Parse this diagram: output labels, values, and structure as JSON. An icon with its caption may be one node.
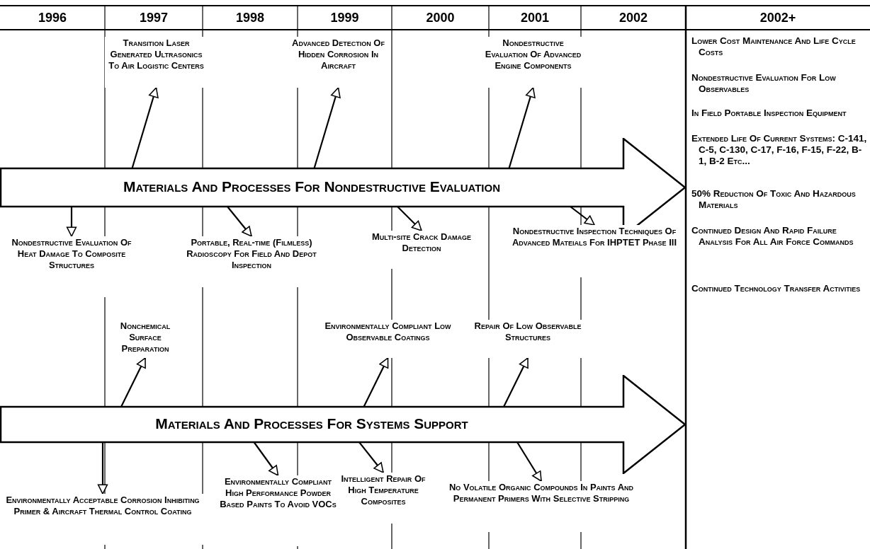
{
  "diagram": {
    "nodes": [
      {
        "text": [
          "Materials And Processes For Nondestructive Evaluation"
        ]
      },
      {
        "text": [
          "Transition Laser Generated Ultrasonics To Air Logistic Centers"
        ]
      },
      {
        "text": [
          "Advanced Detection Of Hidden Corrosion In Aircraft"
        ]
      },
      {
        "text": [
          "Nondestructive Evaluation Of Advanced Engine Components"
        ]
      },
      {
        "text": [
          "Nondestructive Evaluation Of Heat Damage To Composite Structures"
        ]
      },
      {
        "text": [
          "Portable, Real-time (Filmless) Radioscopy For Field And Depot Inspection"
        ]
      },
      {
        "text": [
          "Multi-site Crack Damage Detection"
        ]
      },
      {
        "text": [
          "Nondestructive Inspection Techniques Of Advanced Mateials For IHPTET Phase III"
        ]
      },
      {
        "text": [
          "Materials And Processes For Systems Support"
        ]
      },
      {
        "text": [
          "Nonchemical Surface Preparation"
        ]
      },
      {
        "text": [
          "Environmentally Compliant Low Observable Coatings"
        ]
      },
      {
        "text": [
          "Repair Of Low Observable Structures"
        ]
      },
      {
        "text": [
          "Environmentally Acceptable Corrosion Inhibiting Primer & Aircraft Thermal Control Coating"
        ]
      },
      {
        "text": [
          "Environmentally Compliant High Performance Powder Based Paints To Avoid VOCs"
        ]
      },
      {
        "text": [
          "Intelligent Repair Of High Temperature Composites"
        ]
      },
      {
        "text": [
          "No Volatile Organic Compounds In Paints And Permanent Primers With Selective Stripping"
        ]
      }
    ],
    "edges": [
      {
        "from": 0,
        "to": 1,
        "arrow": "to"
      },
      {
        "from": 0,
        "to": 2,
        "arrow": "to"
      },
      {
        "from": 0,
        "to": 3,
        "arrow": "to"
      },
      {
        "from": 0,
        "to": 4,
        "arrow": "to"
      },
      {
        "from": 0,
        "to": 5,
        "arrow": "to"
      },
      {
        "from": 0,
        "to": 6,
        "arrow": "to"
      },
      {
        "from": 0,
        "to": 7,
        "arrow": "to"
      },
      {
        "from": 8,
        "to": 9,
        "arrow": "to"
      },
      {
        "from": 8,
        "to": 10,
        "arrow": "to"
      },
      {
        "from": 8,
        "to": 11,
        "arrow": "to"
      },
      {
        "from": 8,
        "to": 12,
        "arrow": "to"
      },
      {
        "from": 8,
        "to": 13,
        "arrow": "to"
      },
      {
        "from": 8,
        "to": 14,
        "arrow": "to"
      },
      {
        "from": 8,
        "to": 15,
        "arrow": "to"
      }
    ],
    "labels": [
      "1996",
      "1997",
      "1998",
      "1999",
      "2000",
      "2001",
      "2002",
      "2002+",
      "Lower Cost Maintenance And Life Cycle Costs",
      "Nondestructive Evaluation For Low Observables",
      "In Field Portable Inspection Equipment",
      "Extended Life Of Current Systems: C-141, C-5, C-130, C-17, F-16, F-15, F-22, B-1, B-2 Etc...",
      "50% Reduction Of Toxic And Hazardous Materials",
      "Continued Design And Rapid Failure Analysis For All Air Force Commands",
      "Continued Technology Transfer Activities"
    ]
  }
}
